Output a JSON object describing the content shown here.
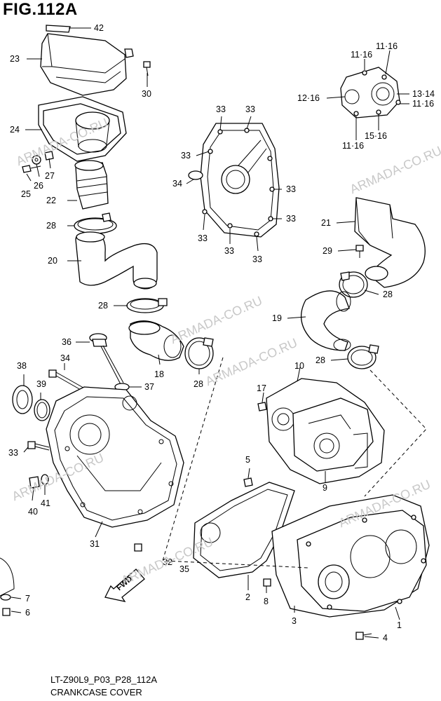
{
  "figure": {
    "title": "FIG.112A",
    "code": "LT-Z90L9_P03_P28_112A",
    "caption": "CRANKCASE COVER",
    "watermark": "ARMADA-CO.RU",
    "fwd_label": "FWD"
  },
  "callouts": [
    {
      "id": "c42",
      "text": "42"
    },
    {
      "id": "c23",
      "text": "23"
    },
    {
      "id": "c30",
      "text": "30"
    },
    {
      "id": "c24",
      "text": "24"
    },
    {
      "id": "c27",
      "text": "27"
    },
    {
      "id": "c26",
      "text": "26"
    },
    {
      "id": "c25",
      "text": "25"
    },
    {
      "id": "c22",
      "text": "22"
    },
    {
      "id": "c28a",
      "text": "28"
    },
    {
      "id": "c20",
      "text": "20"
    },
    {
      "id": "c28b",
      "text": "28"
    },
    {
      "id": "c36",
      "text": "36"
    },
    {
      "id": "c18",
      "text": "18"
    },
    {
      "id": "c28c",
      "text": "28"
    },
    {
      "id": "c34a",
      "text": "34"
    },
    {
      "id": "c37",
      "text": "37"
    },
    {
      "id": "c38",
      "text": "38"
    },
    {
      "id": "c39",
      "text": "39"
    },
    {
      "id": "c33l",
      "text": "33"
    },
    {
      "id": "c41",
      "text": "41"
    },
    {
      "id": "c40",
      "text": "40"
    },
    {
      "id": "c31",
      "text": "31"
    },
    {
      "id": "c7",
      "text": "7"
    },
    {
      "id": "c6",
      "text": "6"
    },
    {
      "id": "c32",
      "text": "32"
    },
    {
      "id": "c35",
      "text": "35"
    },
    {
      "id": "c33t1",
      "text": "33"
    },
    {
      "id": "c33t2",
      "text": "33"
    },
    {
      "id": "c33r1",
      "text": "33"
    },
    {
      "id": "c34b",
      "text": "34"
    },
    {
      "id": "c33r2",
      "text": "33"
    },
    {
      "id": "c33r3",
      "text": "33"
    },
    {
      "id": "c33b1",
      "text": "33"
    },
    {
      "id": "c33b2",
      "text": "33"
    },
    {
      "id": "c33b3",
      "text": "33"
    },
    {
      "id": "c11a",
      "text": "11·16"
    },
    {
      "id": "c11b",
      "text": "11·16"
    },
    {
      "id": "c12",
      "text": "12·16"
    },
    {
      "id": "c13",
      "text": "13·14"
    },
    {
      "id": "c11c",
      "text": "11·16"
    },
    {
      "id": "c15",
      "text": "15·16"
    },
    {
      "id": "c11d",
      "text": "11·16"
    },
    {
      "id": "c21",
      "text": "21"
    },
    {
      "id": "c29",
      "text": "29"
    },
    {
      "id": "c28d",
      "text": "28"
    },
    {
      "id": "c19",
      "text": "19"
    },
    {
      "id": "c28e",
      "text": "28"
    },
    {
      "id": "c10",
      "text": "10"
    },
    {
      "id": "c17",
      "text": "17"
    },
    {
      "id": "c9",
      "text": "9"
    },
    {
      "id": "c5",
      "text": "5"
    },
    {
      "id": "c2",
      "text": "2"
    },
    {
      "id": "c8",
      "text": "8"
    },
    {
      "id": "c3",
      "text": "3"
    },
    {
      "id": "c1",
      "text": "1"
    },
    {
      "id": "c4",
      "text": "4"
    }
  ]
}
